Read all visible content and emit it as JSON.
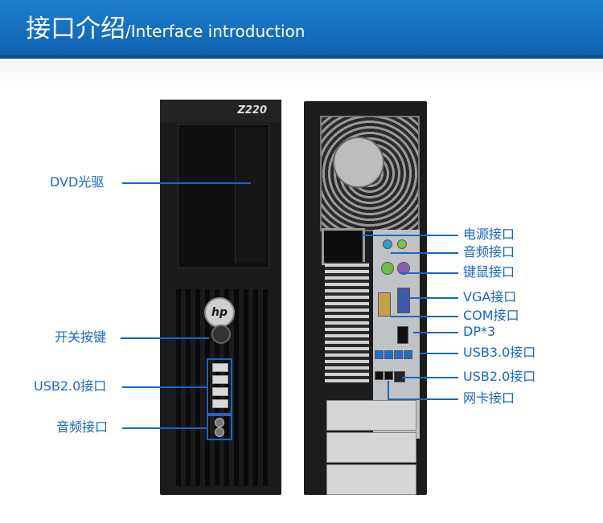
{
  "header": {
    "title_cn": "接口介绍",
    "slash": "/",
    "title_en": "Interface introduction"
  },
  "front": {
    "logo": "Z220",
    "hp_logo": "hp",
    "callouts": {
      "dvd": "DVD光驱",
      "power": "开关按键",
      "usb": "USB2.0接口",
      "audio": "音频接口"
    }
  },
  "rear": {
    "callouts": {
      "power_supply": "电源接口",
      "audio": "音频接口",
      "keyboard_mouse": "键鼠接口",
      "vga": "VGA接口",
      "com": "COM接口",
      "dp": "DP*3",
      "usb3": "USB3.0接口",
      "usb2": "USB2.0接口",
      "network": "网卡接口"
    }
  },
  "colors": {
    "banner": "#1a72c8",
    "accent": "#1a67c8",
    "tower": "#1b1b1d"
  }
}
